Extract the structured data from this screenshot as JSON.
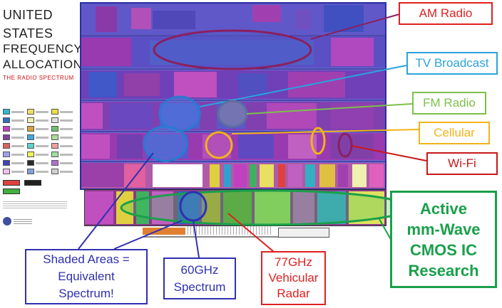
{
  "title": {
    "line1": "UNITED",
    "line2": "STATES",
    "line3": "FREQUENCY",
    "line4": "ALLOCATIONS",
    "subtitle": "THE RADIO SPECTRUM"
  },
  "callouts": {
    "am_radio": {
      "label": "AM Radio",
      "color": "#e02020"
    },
    "tv_broadcast": {
      "label": "TV Broadcast",
      "color": "#2aa3dd"
    },
    "fm_radio": {
      "label": "FM Radio",
      "color": "#7cc04a"
    },
    "cellular": {
      "label": "Cellular",
      "color": "#f2b21a"
    },
    "wifi": {
      "label": "Wi-Fi",
      "color": "#c81818"
    },
    "active_mmwave": {
      "line1": "Active",
      "line2": "mm-Wave",
      "line3": "CMOS IC",
      "line4": "Research",
      "color": "#1aa04a"
    },
    "radar_77ghz": {
      "line1": "77GHz",
      "line2": "Vehicular",
      "line3": "Radar",
      "color": "#e02020"
    },
    "spectrum_60ghz": {
      "line1": "60GHz",
      "line2": "Spectrum",
      "color": "#3030b0"
    },
    "shaded_areas": {
      "line1": "Shaded Areas =",
      "line2": "Equivalent",
      "line3": "Spectrum!",
      "color": "#3030b0"
    }
  },
  "colors": {
    "chart_blue": "#5a54c4",
    "chart_purple": "#9a2aa0",
    "chart_magenta": "#c03ac0"
  }
}
